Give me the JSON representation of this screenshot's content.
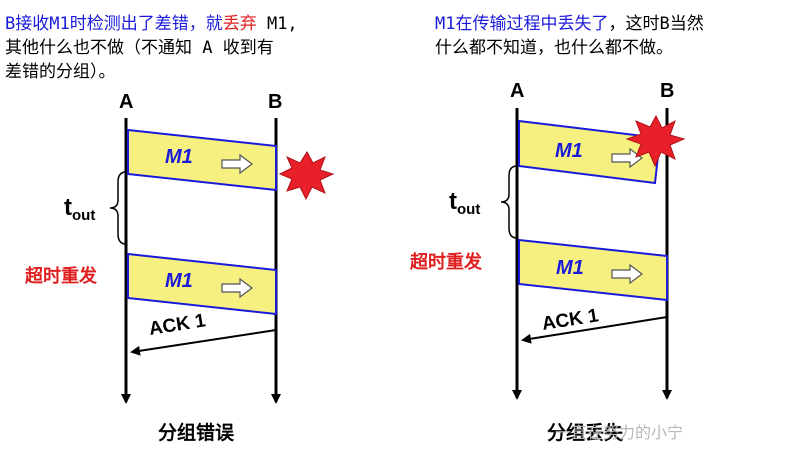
{
  "left_panel": {
    "caption": {
      "part1": "B接收M1时检测出了差错，就",
      "part2": "丢弃",
      "part3": " M1,",
      "line2": "其他什么也不做（不通知 A 收到有",
      "line3": "差错的分组）。"
    },
    "host_a": "A",
    "host_b": "B",
    "frame1_label": "M1",
    "frame2_label": "M1",
    "ack_label": "ACK 1",
    "timeout_label": "t",
    "timeout_sub": "out",
    "retransmit_label": "超时重发",
    "title": "分组错误"
  },
  "right_panel": {
    "caption": {
      "line1_blue": "M1在传输过程中丢失了",
      "line1_black": "，这时B当然",
      "line2": "什么都不知道，也什么都不做。"
    },
    "host_a": "A",
    "host_b": "B",
    "frame1_label": "M1",
    "frame2_label": "M1",
    "ack_label": "ACK 1",
    "timeout_label": "t",
    "timeout_sub": "out",
    "retransmit_label": "超时重发",
    "title": "分组丢失"
  },
  "watermark": "一直在努力的小宁",
  "colors": {
    "frame_fill": "#f5f080",
    "frame_stroke": "#1a1adb",
    "burst_fill": "#e8202a",
    "caption_blue": "#1a1adb",
    "caption_red": "#e02020"
  }
}
